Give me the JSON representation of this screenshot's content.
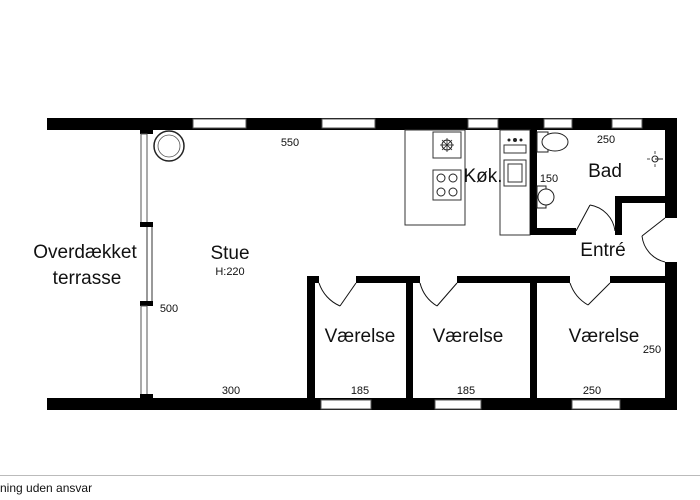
{
  "rooms": {
    "terrace_line1": "Overdækket",
    "terrace_line2": "terrasse",
    "living": "Stue",
    "living_height": "H:220",
    "kitchen": "Køk.",
    "bath": "Bad",
    "entry": "Entré",
    "bedroom1": "Værelse",
    "bedroom2": "Værelse",
    "bedroom3": "Værelse"
  },
  "dimensions": {
    "top_living": "550",
    "top_bath": "250",
    "bath_side": "150",
    "left_height": "500",
    "bottom_living": "300",
    "bottom_bed1": "185",
    "bottom_bed2": "185",
    "bottom_bed3": "250",
    "right_height": "250"
  },
  "footer": {
    "disclaimer": "ning uden ansvar"
  }
}
